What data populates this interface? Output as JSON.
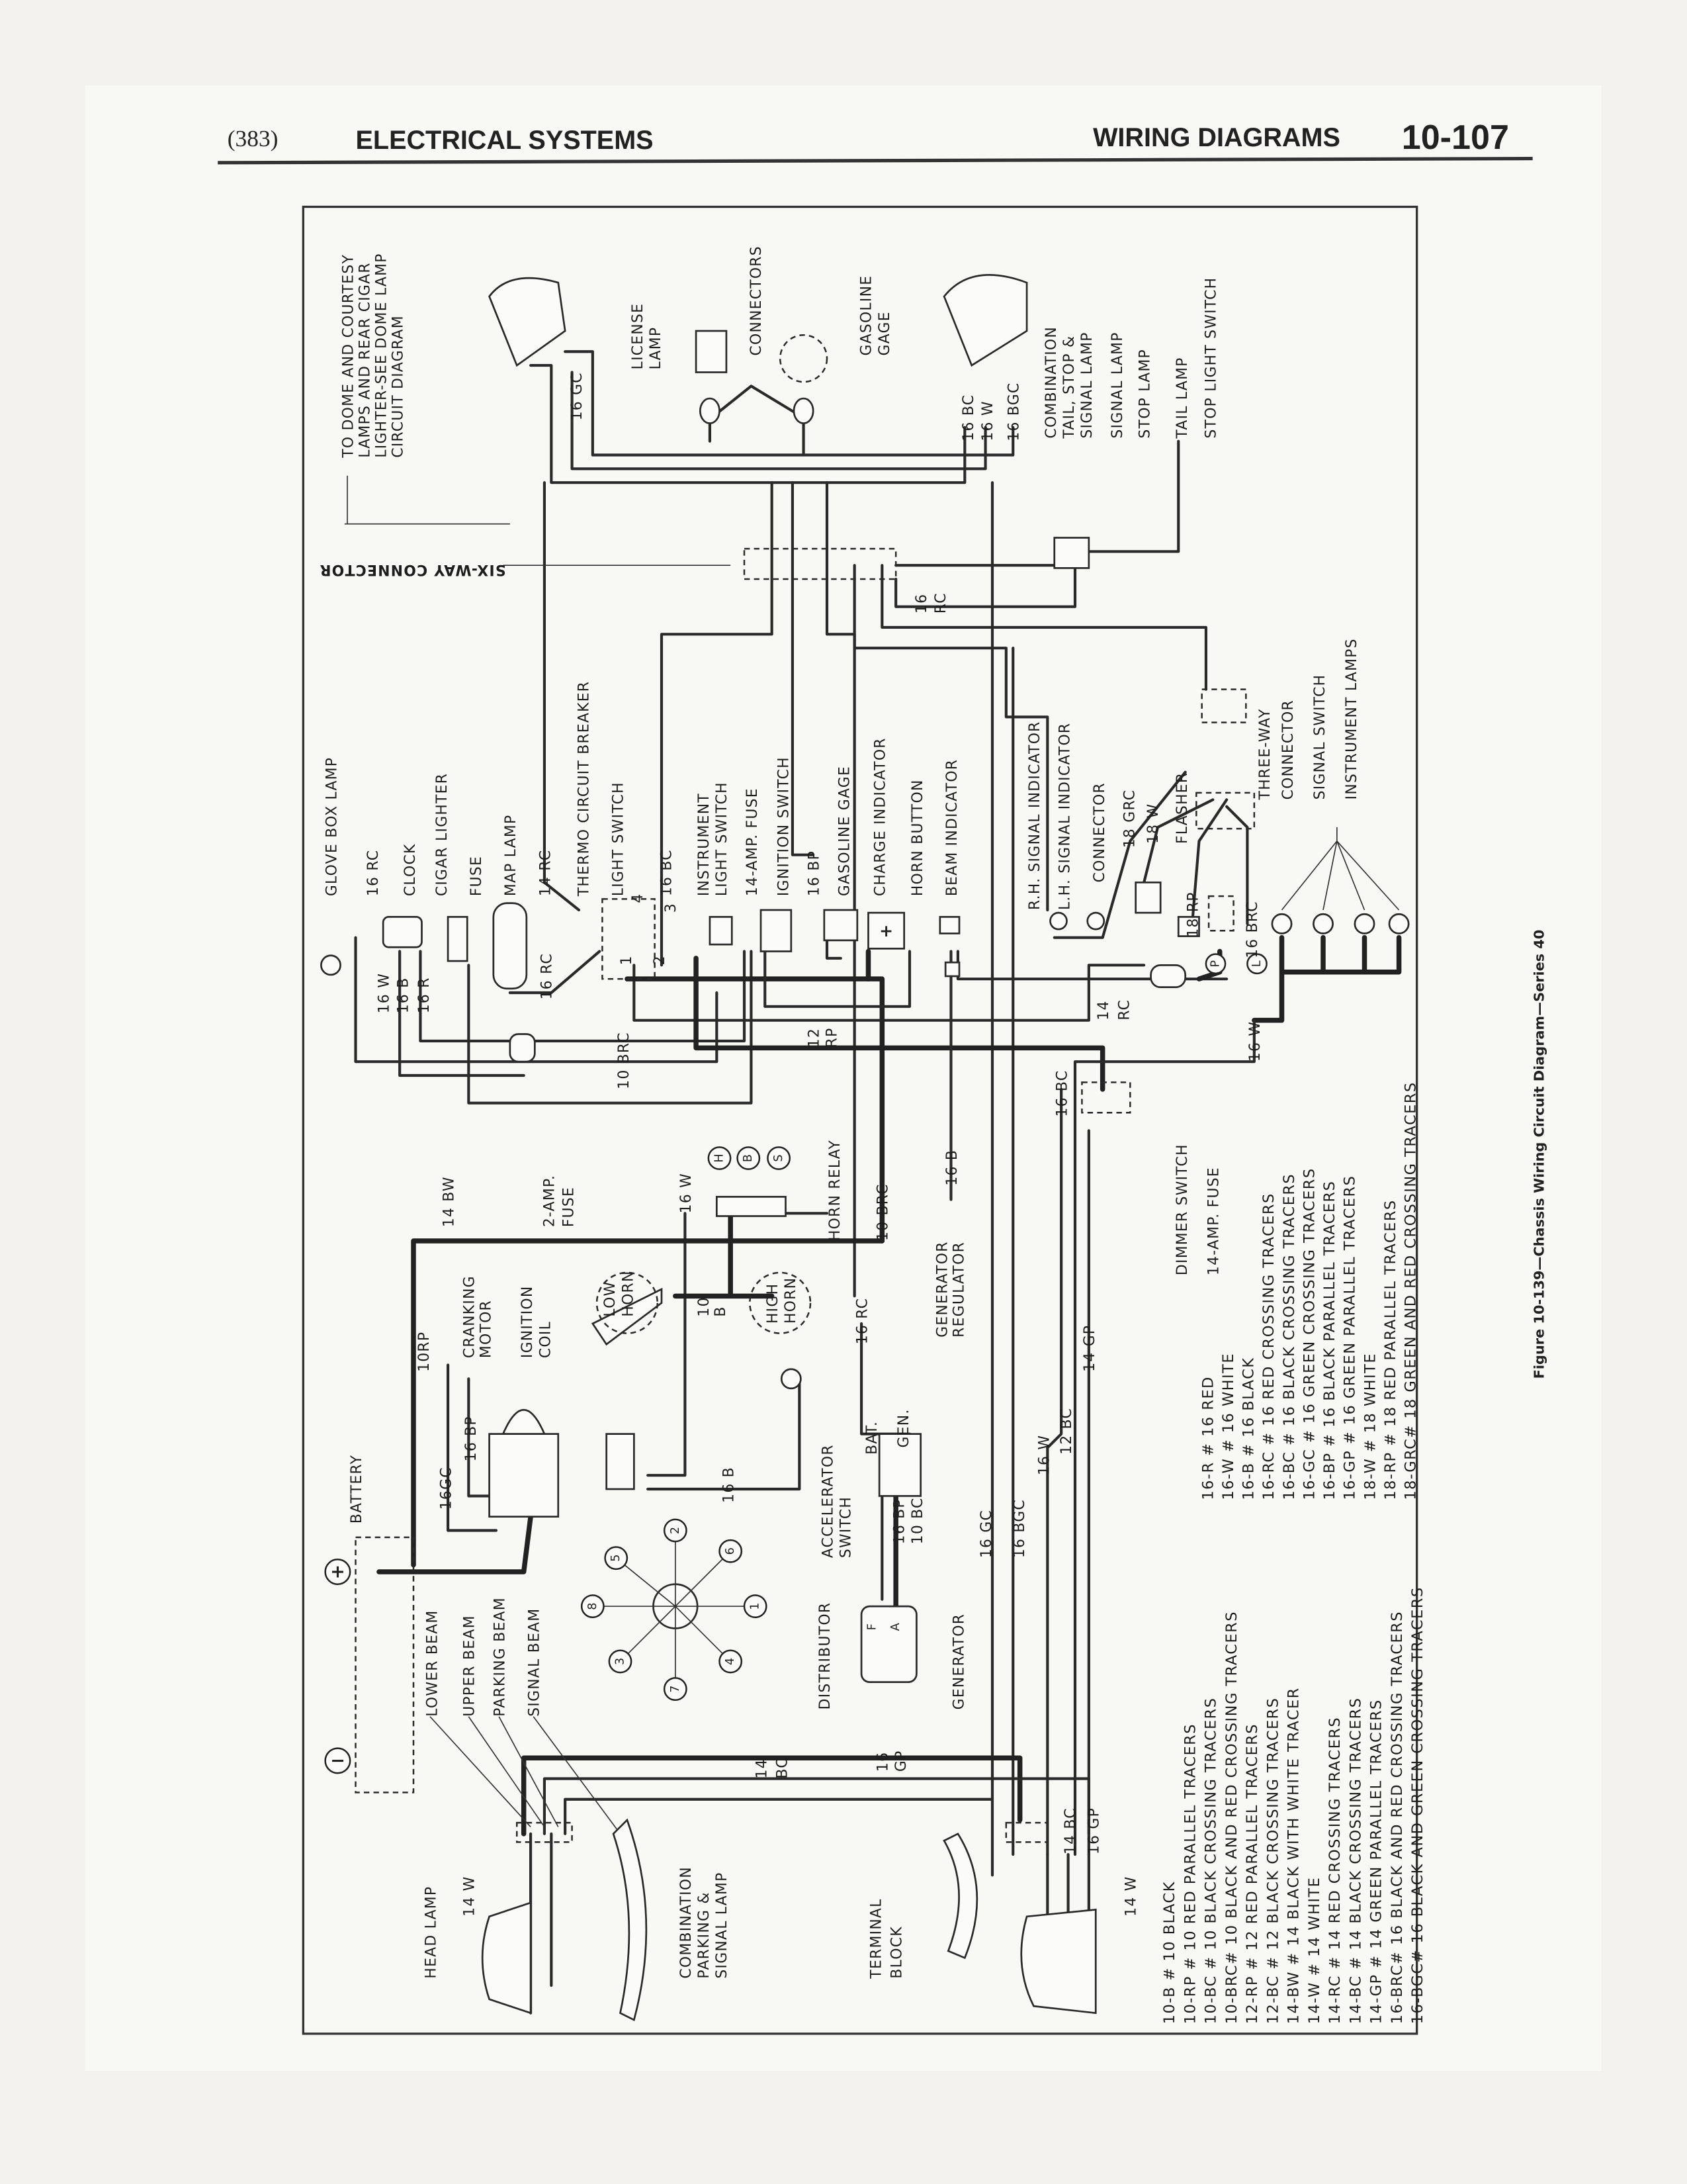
{
  "header": {
    "page_ref": "(383)",
    "section": "ELECTRICAL SYSTEMS",
    "chapter": "WIRING DIAGRAMS",
    "page_number": "10-107"
  },
  "caption": "Figure 10-139—Chassis Wiring Circuit Diagram—Series 40",
  "labels": {
    "to_dome": [
      "TO DOME AND COURTESY",
      "LAMPS AND REAR CIGAR",
      "LIGHTER-SEE DOME LAMP",
      "CIRCUIT DIAGRAM"
    ],
    "license_lamp": [
      "LICENSE",
      "LAMP"
    ],
    "connectors": "CONNECTORS",
    "gasoline_gage_rear": [
      "GASOLINE",
      "GAGE"
    ],
    "comb_tail": [
      "COMBINATION",
      "TAIL, STOP &",
      "SIGNAL LAMP"
    ],
    "signal_lamp": "SIGNAL LAMP",
    "stop_lamp": "STOP LAMP",
    "tail_lamp": "TAIL LAMP",
    "stop_light_switch": "STOP LIGHT SWITCH",
    "w_16gc_top": "16 GC",
    "w_16bc_top": "16 BC",
    "w_16w_top": "16 W",
    "w_16bgc_top": "16 BGC",
    "six_way": "SIX-WAY CONNECTOR",
    "w_16rc_mid": [
      "16",
      "RC"
    ],
    "glove_box_lamp": "GLOVE BOX LAMP",
    "w_16rc_glove": "16 RC",
    "clock": "CLOCK",
    "cigar_lighter": "CIGAR LIGHTER",
    "fuse": "FUSE",
    "map_lamp": "MAP LAMP",
    "w_14rc": "14 RC",
    "thermo": "THERMO CIRCUIT BREAKER",
    "light_switch": "LIGHT SWITCH",
    "w_16bc_ls": "16 BC",
    "instr_light_switch": [
      "INSTRUMENT",
      "LIGHT SWITCH"
    ],
    "fuse_14amp_a": "14-AMP. FUSE",
    "ignition_switch": "IGNITION SWITCH",
    "w_16bp_ig": "16 BP",
    "gasoline_gage": "GASOLINE GAGE",
    "charge_indicator": "CHARGE INDICATOR",
    "horn_button": "HORN BUTTON",
    "beam_indicator": "BEAM INDICATOR",
    "rh_signal": "R.H. SIGNAL INDICATOR",
    "lh_signal": "L.H. SIGNAL INDICATOR",
    "connector": "CONNECTOR",
    "w_18grc": "18 GRC",
    "w_18w": "18 W",
    "flasher": "FLASHER",
    "three_way": [
      "THREE-WAY",
      "CONNECTOR"
    ],
    "signal_switch": "SIGNAL SWITCH",
    "instrument_lamps": "INSTRUMENT LAMPS",
    "w_16w_a": "16 W",
    "w_16b_a": "16 B",
    "w_16r_a": "16 R",
    "w_16rc_map": "16 RC",
    "w_10brc_a": "10 BRC",
    "w_12rp": [
      "12",
      "RP"
    ],
    "w_14rc_b": [
      "14",
      "RC"
    ],
    "w_18rp": "18 RP",
    "w_16brc": "16 BRC",
    "w_16w_b": "16 W",
    "ls_terminals": [
      "1",
      "2",
      "3",
      "4"
    ],
    "w_14bw": "14 BW",
    "fuse_2amp": [
      "2-AMP.",
      "FUSE"
    ],
    "w_16w_c": "16 W",
    "horn_relay": "HORN RELAY",
    "relay_terminals": [
      "H",
      "B",
      "S"
    ],
    "w_10brc_b": "10 BRC",
    "w_16b_b": "16 B",
    "w_16bc_b": "16 BC",
    "dimmer_switch": "DIMMER SWITCH",
    "fuse_14amp_b": "14-AMP. FUSE",
    "w_10rp": "10RP",
    "cranking_motor": [
      "CRANKING",
      "MOTOR"
    ],
    "ignition_coil": [
      "IGNITION",
      "COIL"
    ],
    "low_horn": [
      "LOW",
      "HORN"
    ],
    "w_10b": [
      "10",
      "B"
    ],
    "high_horn": [
      "HIGH",
      "HORN"
    ],
    "w_16rc_b": "16 RC",
    "gen_regulator": [
      "GENERATOR",
      "REGULATOR"
    ],
    "w_14gp": "14 GP",
    "battery": "BATTERY",
    "battery_pos": "+",
    "battery_neg": "−",
    "w_16gc_b": "16GC",
    "w_16bp_b": "16 BP",
    "accel_switch": [
      "ACCELERATOR",
      "SWITCH"
    ],
    "bat_term": "BAT.",
    "gen_term": "GEN.",
    "f_term": "F",
    "a_term": "A",
    "charge_plus": "+",
    "w_16b_c": "16 B",
    "w_16bp_c": "16 BP",
    "w_10bc": "10 BC",
    "w_16gc_c": "16 GC",
    "w_16bgc_b": "16 BGC",
    "w_16w_d": "16 W",
    "w_12bc": "12 BC",
    "lower_beam": "LOWER BEAM",
    "upper_beam": "UPPER BEAM",
    "parking_beam": "PARKING BEAM",
    "signal_beam": "SIGNAL BEAM",
    "distributor": "DISTRIBUTOR",
    "generator": "GENERATOR",
    "w_14bc_a": [
      "14",
      "BC"
    ],
    "w_16gp_a": [
      "16",
      "GP"
    ],
    "distributor_numbers": [
      "5",
      "2",
      "6",
      "8",
      "1",
      "3",
      "7",
      "4"
    ],
    "head_lamp": "HEAD LAMP",
    "w_14w_a": "14 W",
    "comb_parking": [
      "COMBINATION",
      "PARKING &",
      "SIGNAL LAMP"
    ],
    "terminal_block": [
      "TERMINAL",
      "BLOCK"
    ],
    "w_14bc_b": "14 BC",
    "w_16gp_b": "16 GP",
    "w_14w_b": "14 W",
    "signal_p": "P",
    "signal_l": "L"
  },
  "legend_left": [
    "10-B   # 10 BLACK",
    "10-RP  # 10 RED PARALLEL TRACERS",
    "10-BC  # 10 BLACK CROSSING TRACERS",
    "10-BRC# 10 BLACK AND RED CROSSING TRACERS",
    "12-RP  # 12 RED PARALLEL TRACERS",
    "12-BC  # 12 BLACK CROSSING TRACERS",
    "14-BW  # 14 BLACK WITH WHITE TRACER",
    "14-W   # 14 WHITE",
    "14-RC  # 14 RED CROSSING TRACERS",
    "14-BC  # 14 BLACK CROSSING TRACERS",
    "14-GP  # 14 GREEN PARALLEL TRACERS",
    "16-BRC# 16 BLACK AND RED CROSSING TRACERS",
    "16-BGC# 16 BLACK AND GREEN CROSSING TRACERS"
  ],
  "legend_right": [
    "16-R   # 16 RED",
    "16-W   # 16 WHITE",
    "16-B   # 16 BLACK",
    "16-RC  # 16 RED CROSSING TRACERS",
    "16-BC  # 16 BLACK CROSSING TRACERS",
    "16-GC  # 16 GREEN CROSSING TRACERS",
    "16-BP  # 16 BLACK PARALLEL TRACERS",
    "16-GP  # 16 GREEN PARALLEL TRACERS",
    "18-W   # 18 WHITE",
    "18-RP  # 18 RED PARALLEL TRACERS",
    "18-GRC# 18 GREEN AND RED CROSSING TRACERS"
  ]
}
